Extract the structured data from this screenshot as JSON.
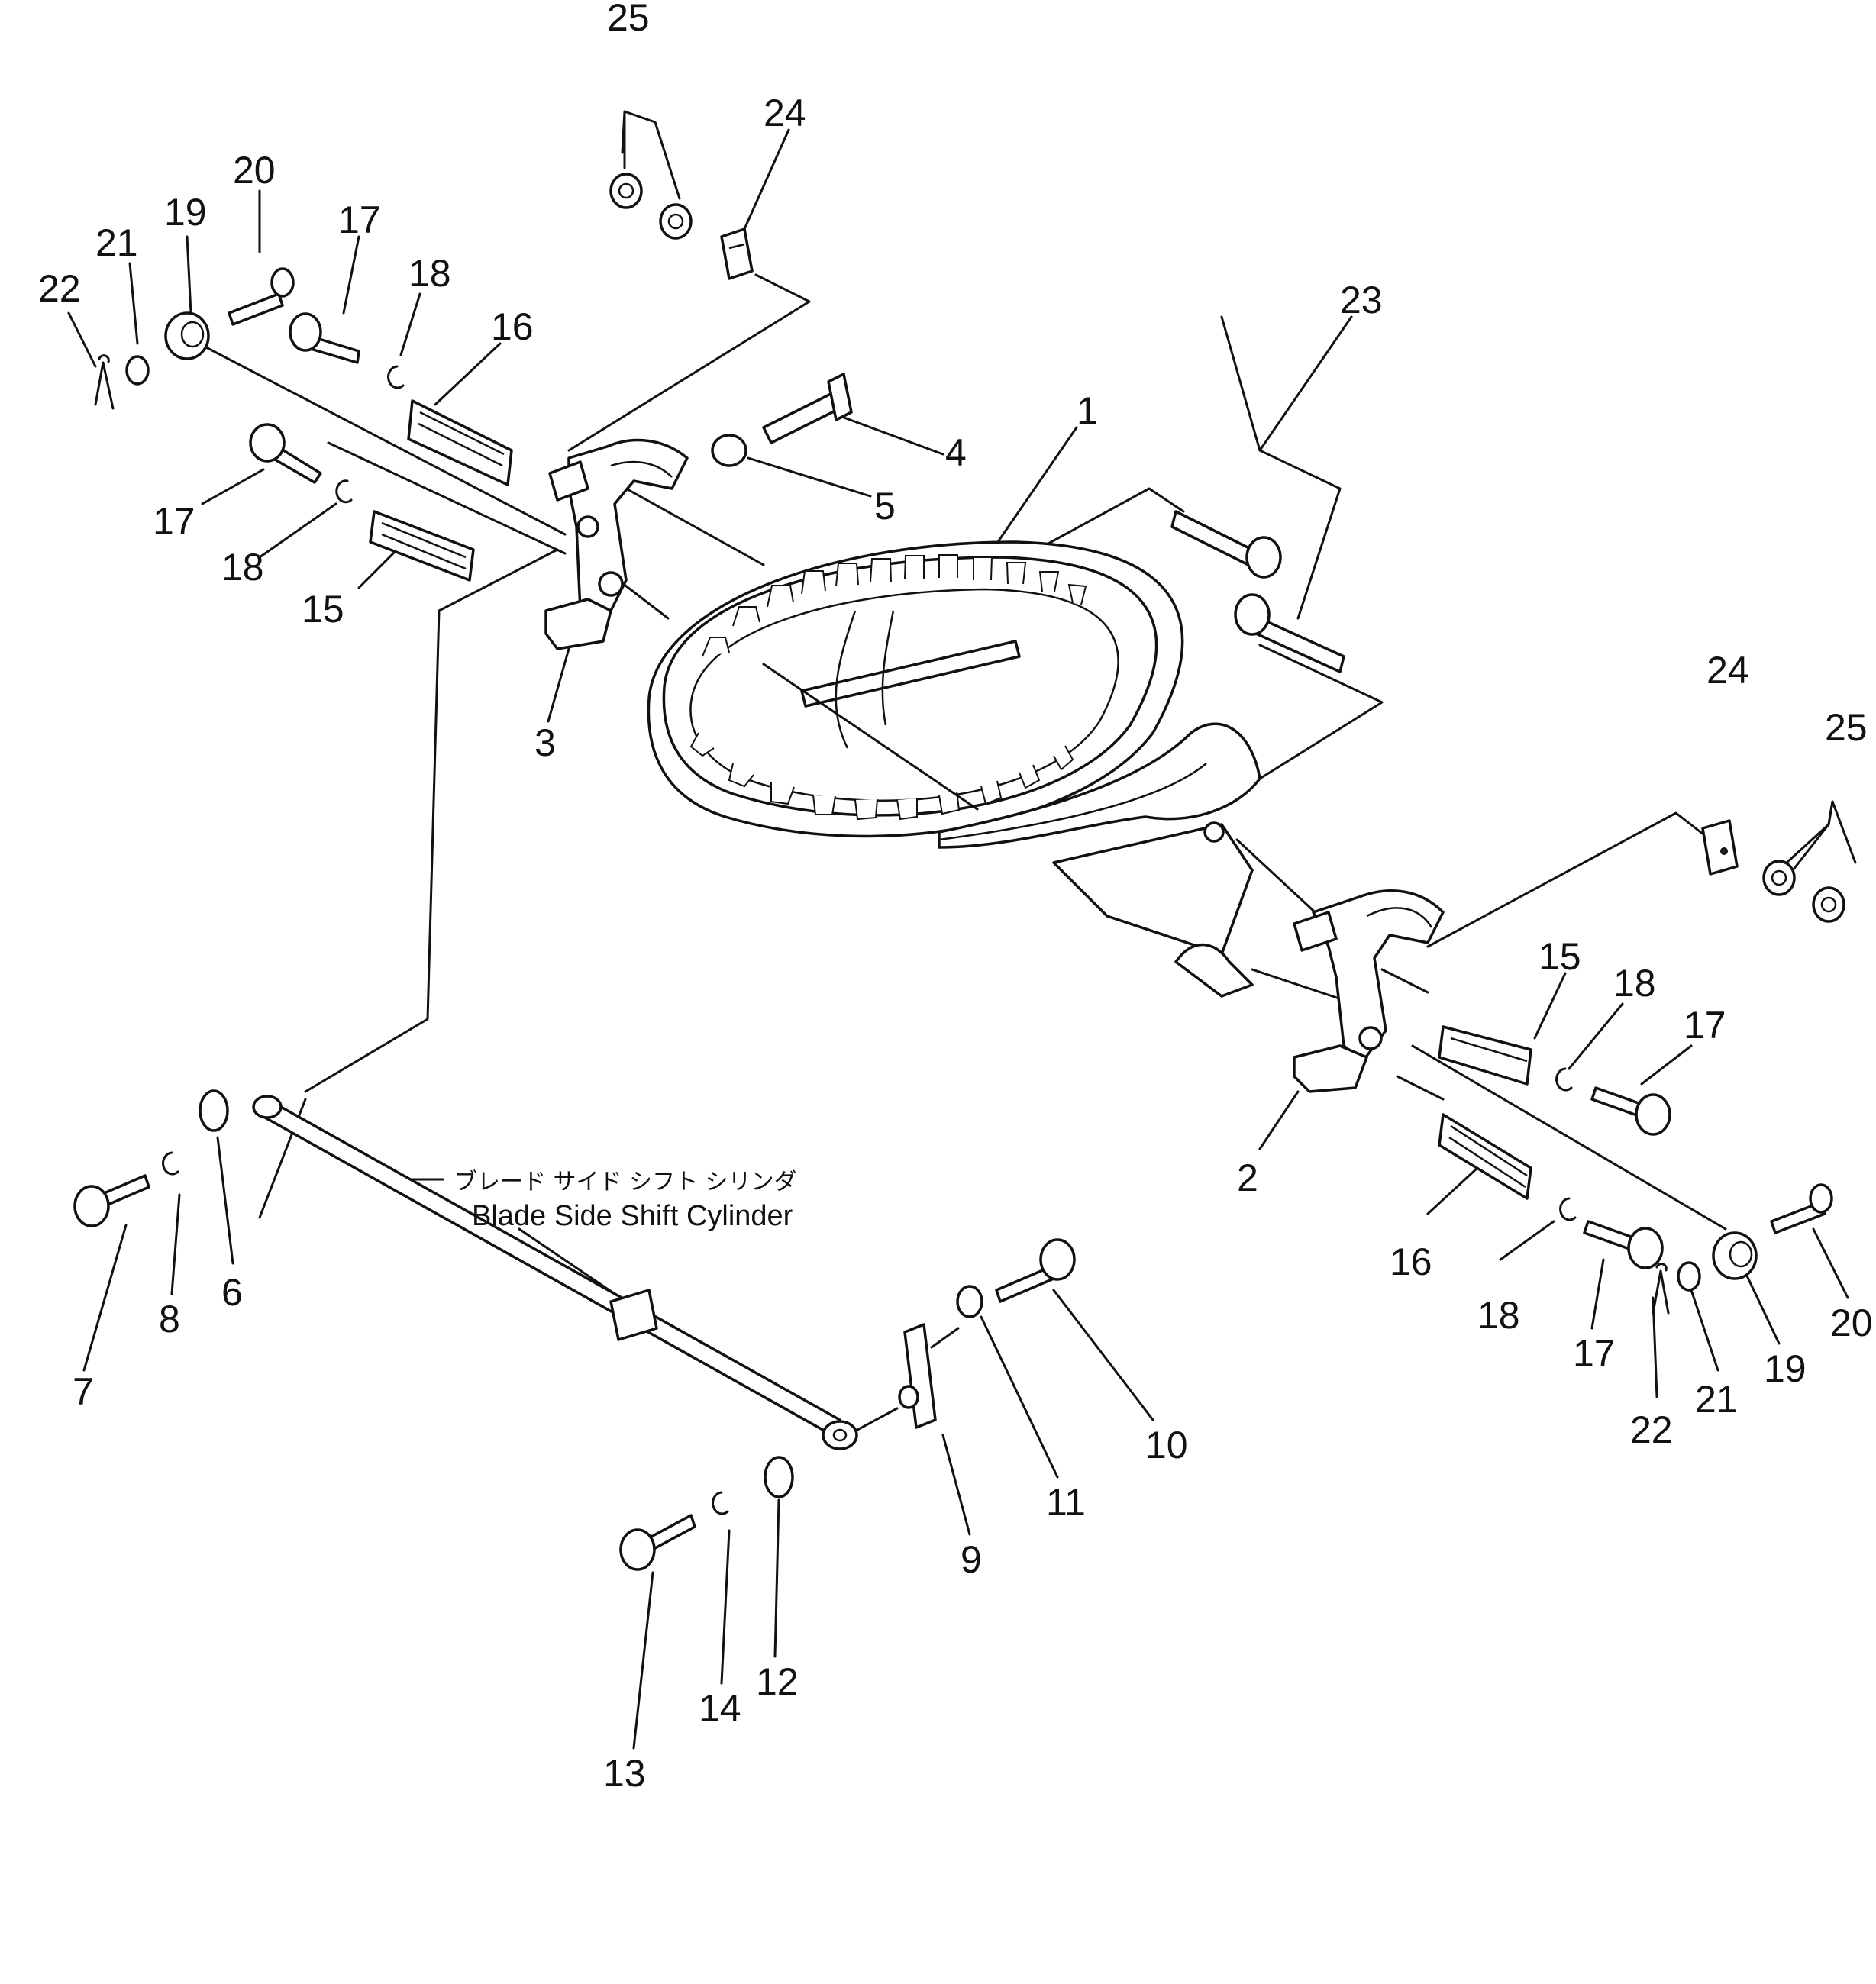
{
  "callouts": {
    "c1": "1",
    "c2": "2",
    "c3": "3",
    "c4": "4",
    "c5": "5",
    "c6": "6",
    "c7": "7",
    "c8": "8",
    "c9": "9",
    "c10": "10",
    "c11": "11",
    "c12": "12",
    "c13": "13",
    "c14": "14",
    "c15_left": "15",
    "c15_right": "15",
    "c16_left": "16",
    "c16_right": "16",
    "c17_top": "17",
    "c17_left": "17",
    "c17_right_upper": "17",
    "c17_right_lower": "17",
    "c18_top": "18",
    "c18_left": "18",
    "c18_right_upper": "18",
    "c18_right_lower": "18",
    "c19_left": "19",
    "c19_right": "19",
    "c20_left": "20",
    "c20_right": "20",
    "c21_left": "21",
    "c21_right": "21",
    "c22_left": "22",
    "c22_right": "22",
    "c23": "23",
    "c24_left": "24",
    "c24_right": "24",
    "c25_left": "25",
    "c25_right": "25"
  },
  "caption": {
    "japanese": "ブレード サイド シフト シリンダ",
    "english": "Blade Side Shift Cylinder"
  }
}
